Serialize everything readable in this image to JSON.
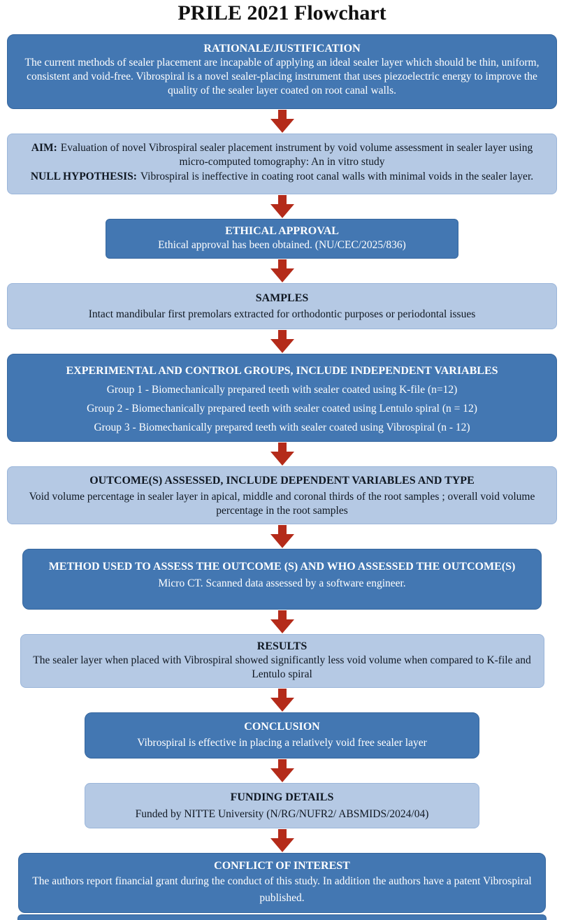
{
  "title": "PRILE 2021 Flowchart",
  "palette": {
    "dark_box": "#4377B2",
    "dark_box_border": "#35669E",
    "light_box": "#B5C9E4",
    "light_box_border": "#9BB6DA",
    "arrow_red": "#B42B1A",
    "dark_text": "#101822",
    "light_text": "#FFFFFF"
  },
  "boxes": {
    "rationale": {
      "heading": "RATIONALE/JUSTIFICATION",
      "body": "The current methods of sealer placement are incapable of applying an ideal sealer layer which should be thin, uniform, consistent and void-free. Vibrospiral is a novel sealer-placing instrument that uses piezoelectric energy to improve the quality of the sealer layer coated on root canal walls."
    },
    "aim": {
      "items": [
        {
          "label": "AIM:",
          "text": "Evaluation of novel Vibrospiral sealer placement instrument by void volume assessment in sealer layer using micro-computed tomography: An in vitro study"
        },
        {
          "label": "NULL HYPOTHESIS:",
          "text": "Vibrospiral is ineffective in coating root canal walls with minimal voids in the sealer layer."
        }
      ]
    },
    "ethical": {
      "heading": "ETHICAL APPROVAL",
      "body": "Ethical approval has been obtained. (NU/CEC/2025/836)"
    },
    "samples": {
      "heading": "SAMPLES",
      "body": "Intact mandibular first premolars extracted for orthodontic purposes or periodontal issues"
    },
    "groups": {
      "heading": "EXPERIMENTAL AND CONTROL GROUPS, INCLUDE INDEPENDENT VARIABLES",
      "lines": [
        "Group 1 - Biomechanically prepared teeth with sealer coated using K-file (n=12)",
        "Group 2 - Biomechanically prepared teeth with sealer coated using Lentulo spiral (n = 12)",
        "Group 3 - Biomechanically prepared teeth with sealer coated using Vibrospiral (n - 12)"
      ]
    },
    "outcomes": {
      "heading": "OUTCOME(S) ASSESSED, INCLUDE DEPENDENT VARIABLES AND TYPE",
      "body": "Void volume percentage in sealer layer in apical, middle and coronal thirds of the root samples ; overall void volume percentage in the root samples"
    },
    "method": {
      "heading": "METHOD USED TO ASSESS THE OUTCOME (S) AND WHO ASSESSED THE OUTCOME(S)",
      "body": "Micro CT. Scanned data assessed by a software engineer."
    },
    "results": {
      "heading": "RESULTS",
      "body": "The sealer layer when placed with Vibrospiral showed significantly less void volume when compared to K-file and Lentulo spiral"
    },
    "conclusion": {
      "heading": "CONCLUSION",
      "body": "Vibrospiral is effective in placing a relatively void free sealer layer"
    },
    "funding": {
      "heading": "FUNDING DETAILS",
      "body": "Funded by NITTE University (N/RG/NUFR2/ ABSMIDS/2024/04)"
    },
    "conflict": {
      "heading": "CONFLICT OF INTEREST",
      "body": "The authors report financial grant during the conduct of this study. In addition the authors have a patent Vibrospiral published."
    }
  }
}
